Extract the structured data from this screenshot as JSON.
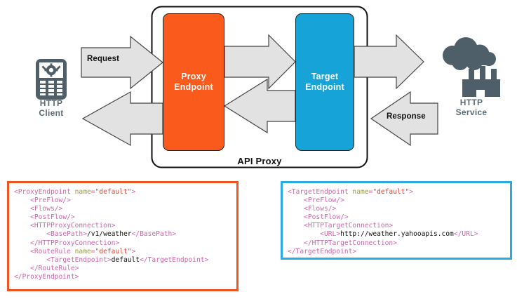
{
  "diagram": {
    "title": "API Proxy request/response flow",
    "container_label": "API Proxy",
    "nodes": {
      "client": {
        "icon": "mobile-phone-gear-icon",
        "caption_line1": "HTTP",
        "caption_line2": "Client"
      },
      "proxy_endpoint": {
        "label_line1": "Proxy",
        "label_line2": "Endpoint",
        "color": "#FA5A1B"
      },
      "target_endpoint": {
        "label_line1": "Target",
        "label_line2": "Endpoint",
        "color": "#16A3D8"
      },
      "service": {
        "icon": "cloud-factory-icon",
        "caption_line1": "HTTP",
        "caption_line2": "Service"
      }
    },
    "arrows": {
      "request_label": "Request",
      "response_label": "Response",
      "fill": "#E2E2E2",
      "stroke": "#444444"
    },
    "colors": {
      "orange": "#FA5A1B",
      "blue": "#16A3D8",
      "icon_gray": "#4F5F69",
      "caption_gray": "#5A6B75",
      "container_stroke": "#111111"
    }
  },
  "code_panels": [
    {
      "id": "proxy-endpoint-config",
      "border_color": "#F1551F",
      "lines": [
        [
          {
            "t": "tag",
            "s": "<ProxyEndpoint "
          },
          {
            "t": "attr",
            "s": "name"
          },
          {
            "t": "eq",
            "s": "="
          },
          {
            "t": "val",
            "s": "\"default\""
          },
          {
            "t": "tag",
            "s": ">"
          }
        ],
        [
          {
            "t": "text",
            "s": "    "
          },
          {
            "t": "tag",
            "s": "<PreFlow/>"
          }
        ],
        [
          {
            "t": "text",
            "s": "    "
          },
          {
            "t": "tag",
            "s": "<Flows/>"
          }
        ],
        [
          {
            "t": "text",
            "s": "    "
          },
          {
            "t": "tag",
            "s": "<PostFlow/>"
          }
        ],
        [
          {
            "t": "text",
            "s": "    "
          },
          {
            "t": "tag",
            "s": "<HTTPProxyConnection>"
          }
        ],
        [
          {
            "t": "text",
            "s": "        "
          },
          {
            "t": "tag",
            "s": "<BasePath>"
          },
          {
            "t": "text",
            "s": "/v1/weather"
          },
          {
            "t": "tag",
            "s": "</BasePath>"
          }
        ],
        [
          {
            "t": "text",
            "s": "    "
          },
          {
            "t": "tag",
            "s": "</HTTPProxyConnection>"
          }
        ],
        [
          {
            "t": "text",
            "s": "    "
          },
          {
            "t": "tag",
            "s": "<RouteRule "
          },
          {
            "t": "attr",
            "s": "name"
          },
          {
            "t": "eq",
            "s": "="
          },
          {
            "t": "val",
            "s": "\"default\""
          },
          {
            "t": "tag",
            "s": ">"
          }
        ],
        [
          {
            "t": "text",
            "s": "        "
          },
          {
            "t": "tag",
            "s": "<TargetEndpoint>"
          },
          {
            "t": "text",
            "s": "default"
          },
          {
            "t": "tag",
            "s": "</TargetEndpoint>"
          }
        ],
        [
          {
            "t": "text",
            "s": "    "
          },
          {
            "t": "tag",
            "s": "</RouteRule>"
          }
        ],
        [
          {
            "t": "tag",
            "s": "</ProxyEndpoint>"
          }
        ]
      ]
    },
    {
      "id": "target-endpoint-config",
      "border_color": "#29ABE2",
      "lines": [
        [
          {
            "t": "tag",
            "s": "<TargetEndpoint "
          },
          {
            "t": "attr",
            "s": "name"
          },
          {
            "t": "eq",
            "s": "="
          },
          {
            "t": "val",
            "s": "\"default\""
          },
          {
            "t": "tag",
            "s": ">"
          }
        ],
        [
          {
            "t": "text",
            "s": "    "
          },
          {
            "t": "tag",
            "s": "<PreFlow/>"
          }
        ],
        [
          {
            "t": "text",
            "s": "    "
          },
          {
            "t": "tag",
            "s": "<Flows/>"
          }
        ],
        [
          {
            "t": "text",
            "s": "    "
          },
          {
            "t": "tag",
            "s": "<PostFlow/>"
          }
        ],
        [
          {
            "t": "text",
            "s": "    "
          },
          {
            "t": "tag",
            "s": "<HTTPTargetConnection>"
          }
        ],
        [
          {
            "t": "text",
            "s": "        "
          },
          {
            "t": "tag",
            "s": "<URL>"
          },
          {
            "t": "text",
            "s": "http://weather.yahooapis.com"
          },
          {
            "t": "tag",
            "s": "</URL>"
          }
        ],
        [
          {
            "t": "text",
            "s": "    "
          },
          {
            "t": "tag",
            "s": "</HTTPTargetConnection>"
          }
        ],
        [
          {
            "t": "tag",
            "s": "</TargetEndpoint>"
          }
        ]
      ]
    }
  ]
}
